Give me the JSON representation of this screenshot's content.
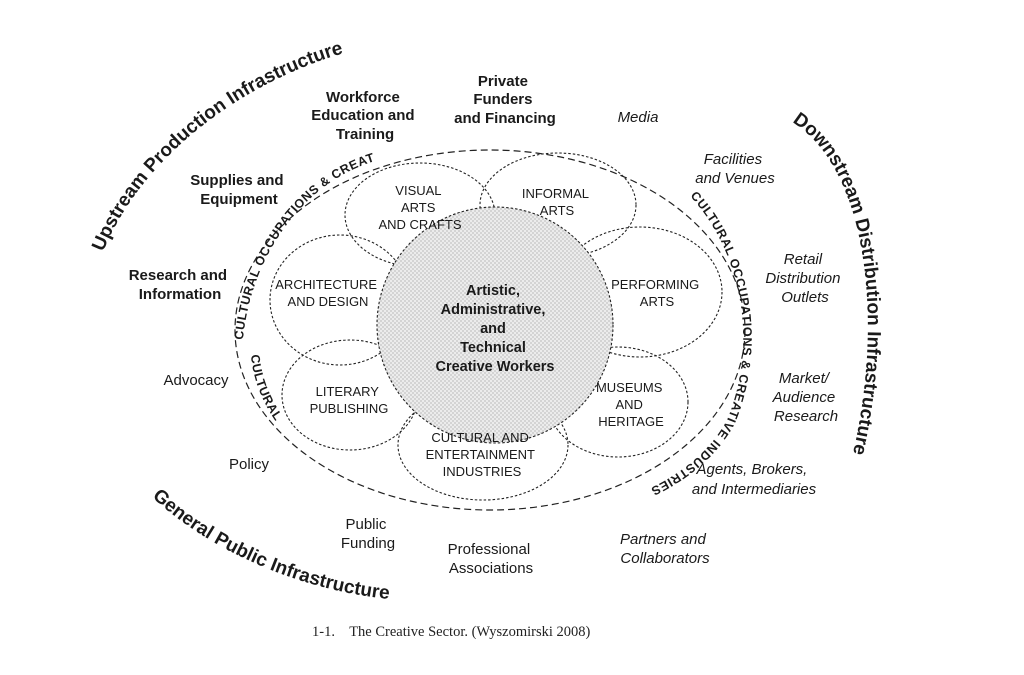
{
  "arcs": {
    "upstream": "Upstream Production Infrastructure",
    "downstream": "Downstream Distribution Infrastructure",
    "public": "General Public Infrastructure"
  },
  "ring": {
    "upper_left": "CULTURAL OCCUPATIONS & CREATIVE INDUSTRIES",
    "right": "CULTURAL OCCUPATIONS & CREATIVE INDUSTRIES",
    "lower_left": "CULTURAL"
  },
  "center": [
    "Artistic,",
    "Administrative,",
    "and",
    "Technical",
    "Creative Workers"
  ],
  "domains": {
    "visual_arts": [
      "VISUAL",
      "ARTS",
      "AND CRAFTS"
    ],
    "informal_arts": [
      "INFORMAL",
      "ARTS"
    ],
    "architecture": [
      "ARCHITECTURE",
      "AND DESIGN"
    ],
    "performing_arts": [
      "PERFORMING",
      "ARTS"
    ],
    "literary": [
      "LITERARY",
      "PUBLISHING"
    ],
    "museums": [
      "MUSEUMS",
      "AND",
      "HERITAGE"
    ],
    "cultural_ent": [
      "CULTURAL AND",
      "ENTERTAINMENT",
      "INDUSTRIES"
    ]
  },
  "upstream_items": {
    "workforce": [
      "Workforce",
      "Education and",
      "Training"
    ],
    "funders": [
      "Private",
      "Funders",
      "and Financing"
    ],
    "supplies": [
      "Supplies and",
      "Equipment"
    ],
    "research": [
      "Research and",
      "Information"
    ]
  },
  "public_items": {
    "advocacy": "Advocacy",
    "policy": "Policy",
    "public_funding": [
      "Public",
      "Funding"
    ],
    "professional": [
      "Professional",
      "Associations"
    ]
  },
  "downstream_items": {
    "media": "Media",
    "facilities": [
      "Facilities",
      "and Venues"
    ],
    "retail": [
      "Retail",
      "Distribution",
      "Outlets"
    ],
    "market": [
      "Market/",
      "Audience",
      "Research"
    ],
    "agents": [
      "Agents, Brokers,",
      "and Intermediaries"
    ],
    "partners": [
      "Partners and",
      "Collaborators"
    ]
  },
  "caption": "1-1.    The Creative Sector. (Wyszomirski 2008)"
}
